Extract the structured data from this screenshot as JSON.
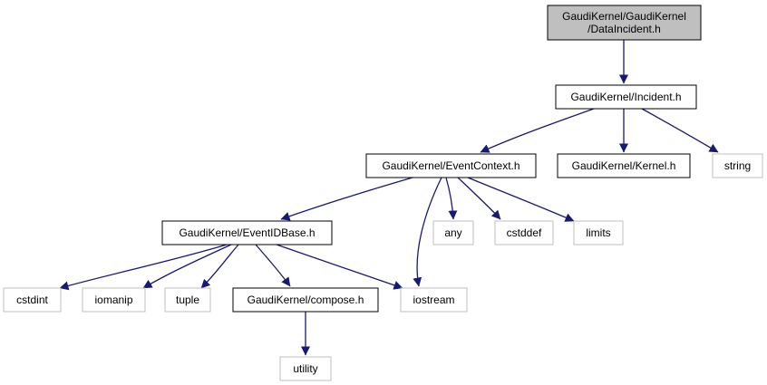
{
  "colors": {
    "edge": "#191970",
    "root_fill": "#bfbfbf",
    "node_border": "#000000",
    "external_border": "#bfbfbf",
    "text": "#000000"
  },
  "nodes": [
    {
      "id": "root",
      "lines": [
        "GaudiKernel/GaudiKernel",
        "/DataIncident.h"
      ],
      "kind": "root"
    },
    {
      "id": "incident",
      "lines": [
        "GaudiKernel/Incident.h"
      ],
      "kind": "header"
    },
    {
      "id": "eventcontext",
      "lines": [
        "GaudiKernel/EventContext.h"
      ],
      "kind": "header"
    },
    {
      "id": "kernel",
      "lines": [
        "GaudiKernel/Kernel.h"
      ],
      "kind": "header"
    },
    {
      "id": "string",
      "lines": [
        "string"
      ],
      "kind": "external"
    },
    {
      "id": "eventidbase",
      "lines": [
        "GaudiKernel/EventIDBase.h"
      ],
      "kind": "header"
    },
    {
      "id": "any",
      "lines": [
        "any"
      ],
      "kind": "external"
    },
    {
      "id": "cstddef",
      "lines": [
        "cstddef"
      ],
      "kind": "external"
    },
    {
      "id": "limits",
      "lines": [
        "limits"
      ],
      "kind": "external"
    },
    {
      "id": "cstdint",
      "lines": [
        "cstdint"
      ],
      "kind": "external"
    },
    {
      "id": "iomanip",
      "lines": [
        "iomanip"
      ],
      "kind": "external"
    },
    {
      "id": "tuple",
      "lines": [
        "tuple"
      ],
      "kind": "external"
    },
    {
      "id": "compose",
      "lines": [
        "GaudiKernel/compose.h"
      ],
      "kind": "header"
    },
    {
      "id": "iostream",
      "lines": [
        "iostream"
      ],
      "kind": "external"
    },
    {
      "id": "utility",
      "lines": [
        "utility"
      ],
      "kind": "external"
    }
  ],
  "edges": [
    {
      "from": "root",
      "to": "incident"
    },
    {
      "from": "incident",
      "to": "eventcontext"
    },
    {
      "from": "incident",
      "to": "kernel"
    },
    {
      "from": "incident",
      "to": "string"
    },
    {
      "from": "eventcontext",
      "to": "eventidbase"
    },
    {
      "from": "eventcontext",
      "to": "iostream"
    },
    {
      "from": "eventcontext",
      "to": "any"
    },
    {
      "from": "eventcontext",
      "to": "cstddef"
    },
    {
      "from": "eventcontext",
      "to": "limits"
    },
    {
      "from": "eventidbase",
      "to": "cstdint"
    },
    {
      "from": "eventidbase",
      "to": "iomanip"
    },
    {
      "from": "eventidbase",
      "to": "tuple"
    },
    {
      "from": "eventidbase",
      "to": "compose"
    },
    {
      "from": "eventidbase",
      "to": "iostream"
    },
    {
      "from": "compose",
      "to": "utility"
    }
  ]
}
